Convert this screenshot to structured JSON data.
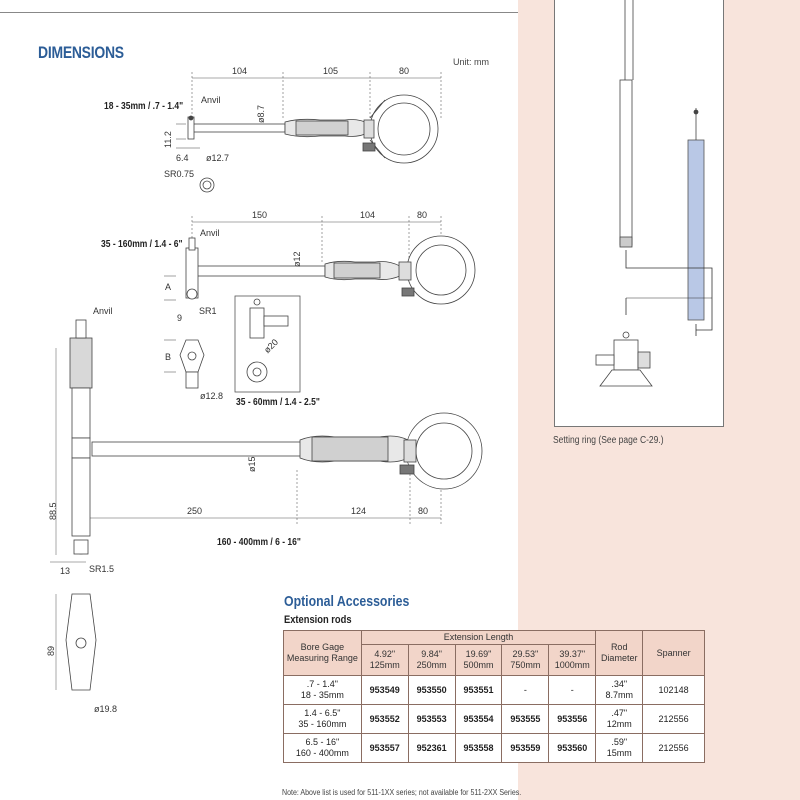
{
  "heading": "DIMENSIONS",
  "unit": "Unit: mm",
  "gage1": {
    "title": "18 - 35mm / .7 - 1.4\"",
    "anvil": "Anvil",
    "dims": {
      "d1": "104",
      "d2": "105",
      "d3": "80",
      "phi": "ø8.7",
      "h": "11.2",
      "w": "6.4",
      "dia": "ø12.7",
      "sr": "SR0.75"
    }
  },
  "gage2": {
    "title": "35 - 160mm / 1.4 - 6\"",
    "anvil": "Anvil",
    "dims": {
      "d1": "150",
      "d2": "104",
      "d3": "80",
      "phi": "ø12",
      "a": "A",
      "w": "9",
      "sr": "SR1",
      "b": "B",
      "dia": "ø12.8"
    },
    "inset_title": "35 - 60mm / 1.4 - 2.5\"",
    "inset_dia": "ø20"
  },
  "gage3": {
    "title": "160 - 400mm / 6 - 16\"",
    "anvil": "Anvil",
    "dims": {
      "d1": "250",
      "d2": "124",
      "d3": "80",
      "phi": "ø15",
      "h": "88.5",
      "w": "13",
      "sr": "SR1.5",
      "h2": "89",
      "dia": "ø19.8"
    }
  },
  "setting_ring": {
    "caption": "Setting ring (See page C-29.)"
  },
  "accessories": {
    "title": "Optional Accessories",
    "subtitle": "Extension rods",
    "header": {
      "range_label": "Bore Gage\nMeasuring Range",
      "ext_label": "Extension Length",
      "lengths": [
        {
          "inch": "4.92\"",
          "mm": "125mm"
        },
        {
          "inch": "9.84\"",
          "mm": "250mm"
        },
        {
          "inch": "19.69\"",
          "mm": "500mm"
        },
        {
          "inch": "29.53\"",
          "mm": "750mm"
        },
        {
          "inch": "39.37\"",
          "mm": "1000mm"
        }
      ],
      "rod_label": "Rod\nDiameter",
      "spanner_label": "Spanner"
    },
    "rows": [
      {
        "range_in": ".7 - 1.4\"",
        "range_mm": "18 - 35mm",
        "codes": [
          "953549",
          "953550",
          "953551",
          "-",
          "-"
        ],
        "rod_in": ".34\"",
        "rod_mm": "8.7mm",
        "spanner": "102148"
      },
      {
        "range_in": "1.4 - 6.5\"",
        "range_mm": "35 - 160mm",
        "codes": [
          "953552",
          "953553",
          "953554",
          "953555",
          "953556"
        ],
        "rod_in": ".47\"",
        "rod_mm": "12mm",
        "spanner": "212556"
      },
      {
        "range_in": "6.5 - 16\"",
        "range_mm": "160 - 400mm",
        "codes": [
          "953557",
          "952361",
          "953558",
          "953559",
          "953560"
        ],
        "rod_in": ".59\"",
        "rod_mm": "15mm",
        "spanner": "212556"
      }
    ],
    "note": "Note: Above list is used for 511-1XX series; not available for 511-2XX Series."
  },
  "colors": {
    "accent": "#2c5d97",
    "panel": "#f8e4dc",
    "header_bg": "#f2d5c9",
    "rod": "#b9c8e6"
  }
}
